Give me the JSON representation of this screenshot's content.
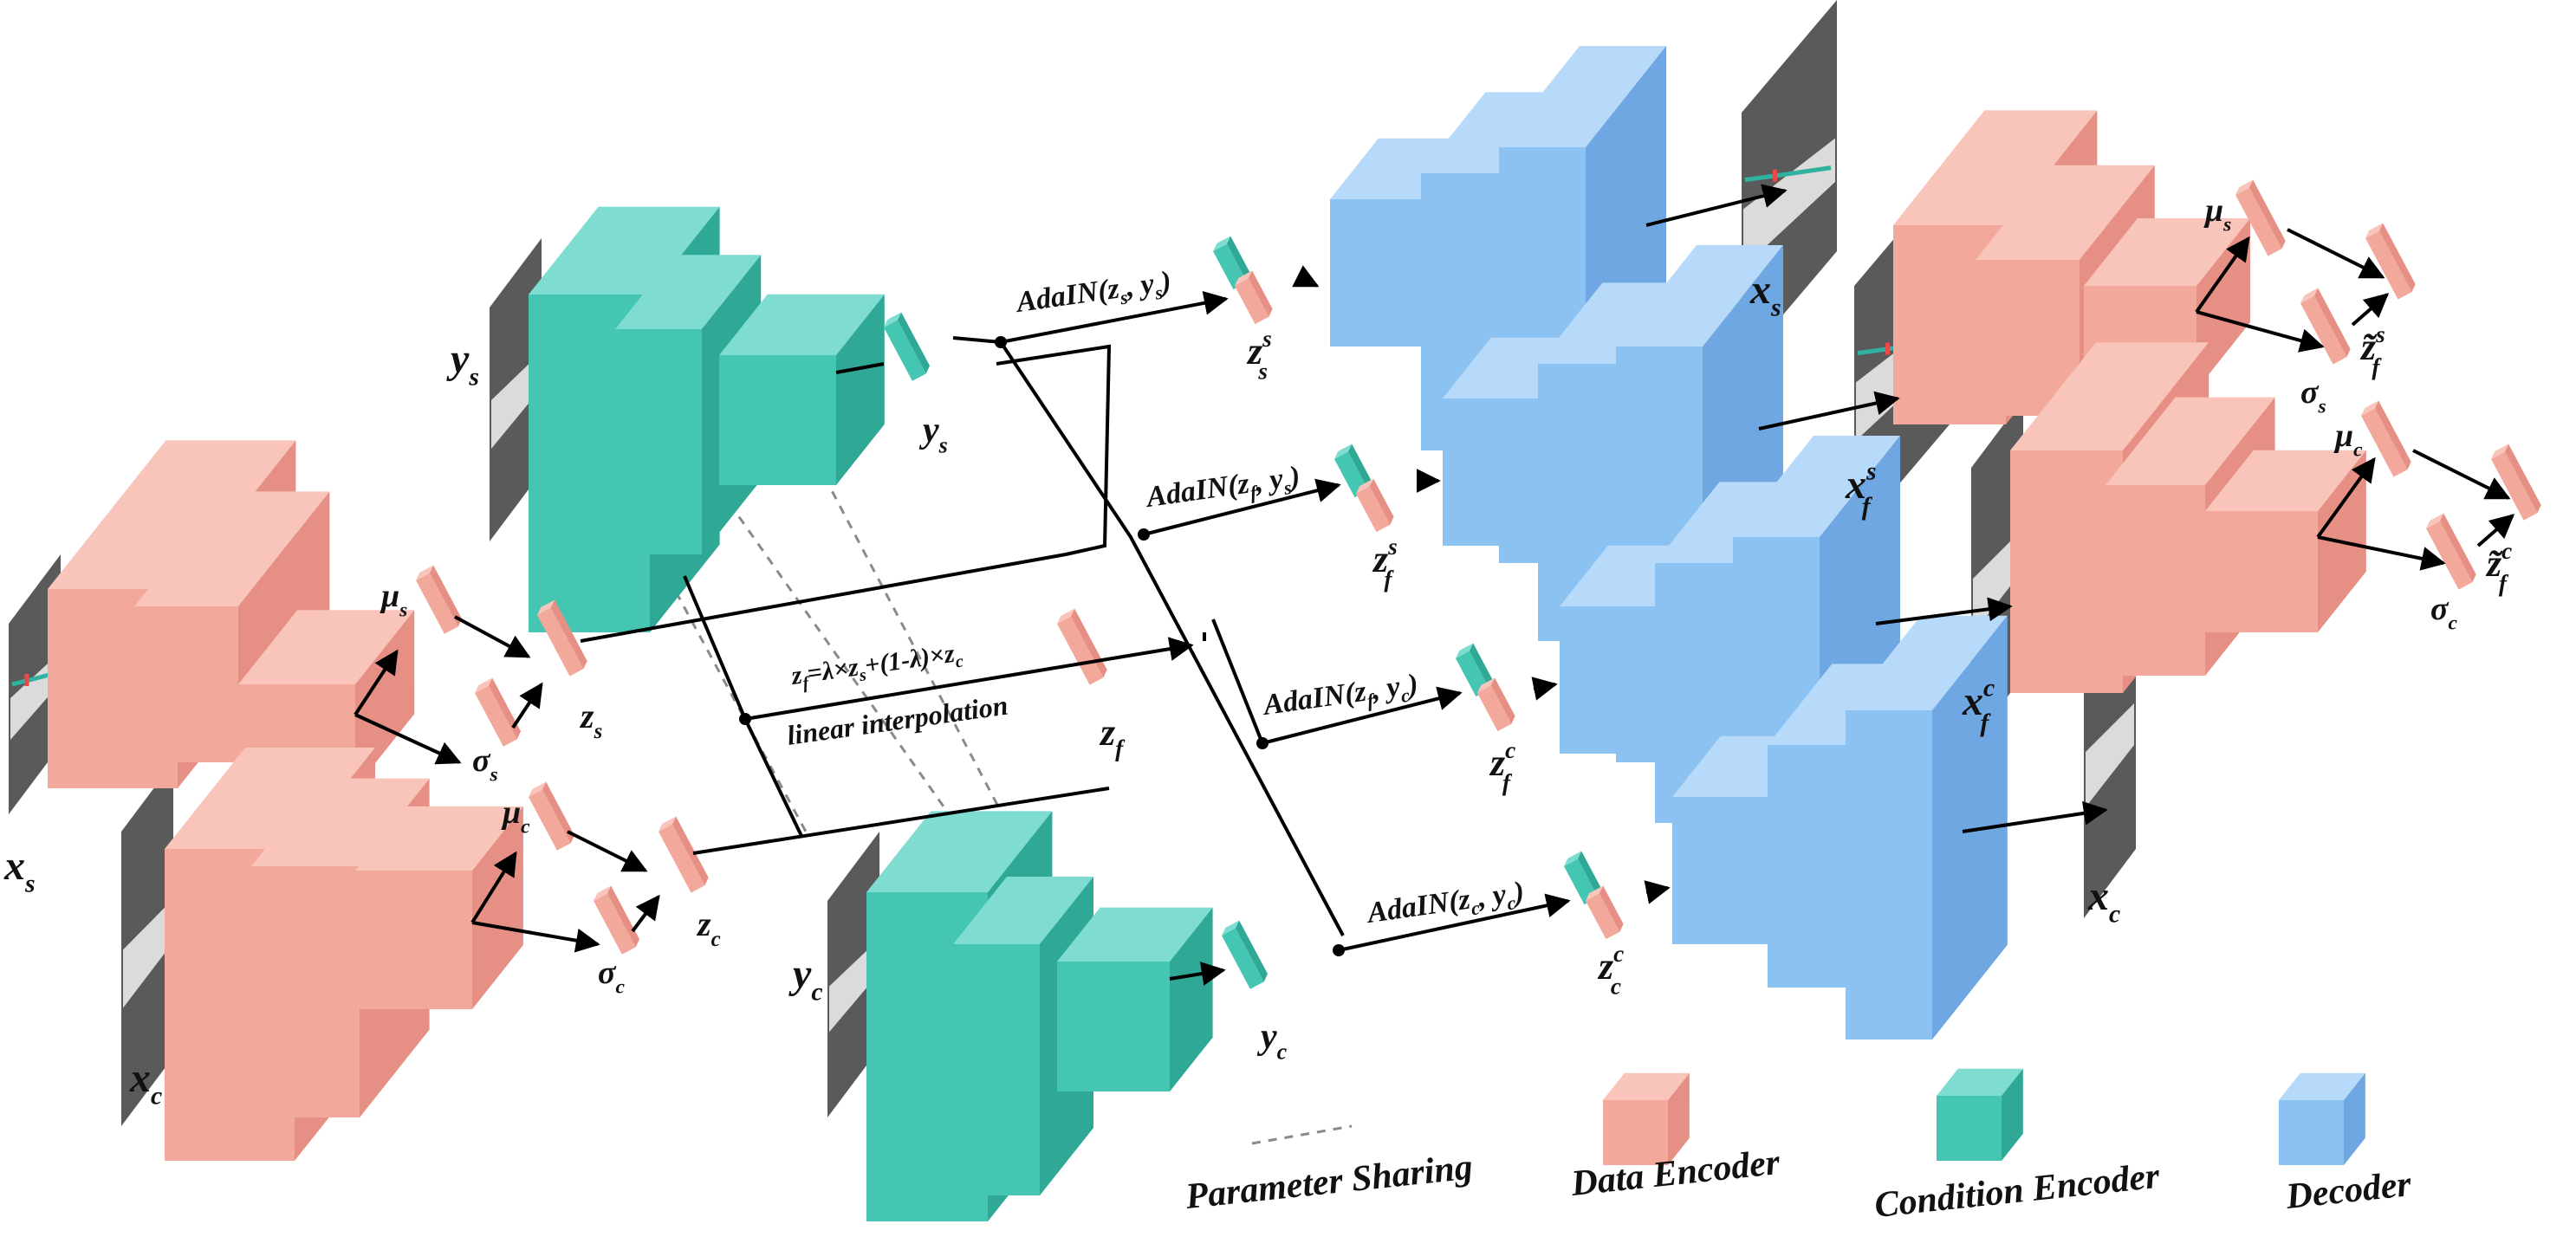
{
  "colors": {
    "data_encoder": {
      "front": "#F3A89C",
      "side": "#E69085",
      "top": "#F9C4BA"
    },
    "condition_encoder": {
      "front": "#45C6B2",
      "side": "#2FA896",
      "top": "#7EDDD0"
    },
    "decoder": {
      "front": "#8CC2F2",
      "side": "#6FA7E2",
      "top": "#B7DAFA"
    },
    "image_bg": "#5A5A5A",
    "image_light": "#F2F2F2",
    "trace_red": "#E84A4A",
    "trace_teal": "#2FB2A0"
  },
  "symbols": {
    "xs_input": "x",
    "xs_input_sub": "s",
    "xc_input": "x",
    "xc_input_sub": "c",
    "ys_input": "y",
    "ys_input_sub": "s",
    "yc_input": "y",
    "yc_input_sub": "c",
    "mu_s": "μ",
    "mu_s_sub": "s",
    "sigma_s": "σ",
    "sigma_s_sub": "s",
    "mu_c": "μ",
    "mu_c_sub": "c",
    "sigma_c": "σ",
    "sigma_c_sub": "c",
    "z_s": "z",
    "z_s_sub": "s",
    "z_c": "z",
    "z_c_sub": "c",
    "y_s_code": "y",
    "y_s_code_sub": "s",
    "y_c_code": "y",
    "y_c_code_sub": "c",
    "z_f": "z",
    "z_f_sub": "f",
    "zss": "z",
    "zss_sub": "s",
    "zss_sup": "s",
    "zfs": "z",
    "zfs_sub": "f",
    "zfs_sup": "s",
    "zfc": "z",
    "zfc_sub": "f",
    "zfc_sup": "c",
    "zcc": "z",
    "zcc_sub": "c",
    "zcc_sup": "c",
    "out_xs": "x",
    "out_xs_sub": "s",
    "out_xfs": "x",
    "out_xfs_sub": "f",
    "out_xfs_sup": "s",
    "out_xfc": "x",
    "out_xfc_sub": "f",
    "out_xfc_sup": "c",
    "out_xc": "x",
    "out_xc_sub": "c",
    "mu_s2": "μ",
    "mu_s2_sub": "s",
    "sigma_s2": "σ",
    "sigma_s2_sub": "s",
    "mu_c2": "μ",
    "mu_c2_sub": "c",
    "sigma_c2": "σ",
    "sigma_c2_sub": "c",
    "ztilde_fs": "z̃",
    "ztilde_fs_sub": "f",
    "ztilde_fs_sup": "s",
    "ztilde_fc": "z̃",
    "ztilde_fc_sub": "f",
    "ztilde_fc_sup": "c"
  },
  "equations": {
    "adain_ss": "AdaIN(z",
    "adain_ss_a": "s",
    "adain_ss_b": ", y",
    "adain_ss_c": "s",
    "adain_ss_d": ")",
    "adain_fs": "AdaIN(z",
    "adain_fs_a": "f",
    "adain_fs_b": ", y",
    "adain_fs_c": "s",
    "adain_fs_d": ")",
    "adain_fc": "AdaIN(z",
    "adain_fc_a": "f",
    "adain_fc_b": ", y",
    "adain_fc_c": "c",
    "adain_fc_d": ")",
    "adain_cc": "AdaIN(z",
    "adain_cc_a": "c",
    "adain_cc_b": ", y",
    "adain_cc_c": "c",
    "adain_cc_d": ")",
    "interp_formula_1": "z",
    "interp_formula_1_sub": "f",
    "interp_formula_2": "=λ×z",
    "interp_formula_2_sub": "s",
    "interp_formula_3": "+(1-λ)×z",
    "interp_formula_3_sub": "c",
    "interp_caption": "linear interpolation"
  },
  "legend": {
    "parameter_sharing": "Parameter Sharing",
    "data_encoder": "Data Encoder",
    "condition_encoder": "Condition Encoder",
    "decoder": "Decoder"
  }
}
